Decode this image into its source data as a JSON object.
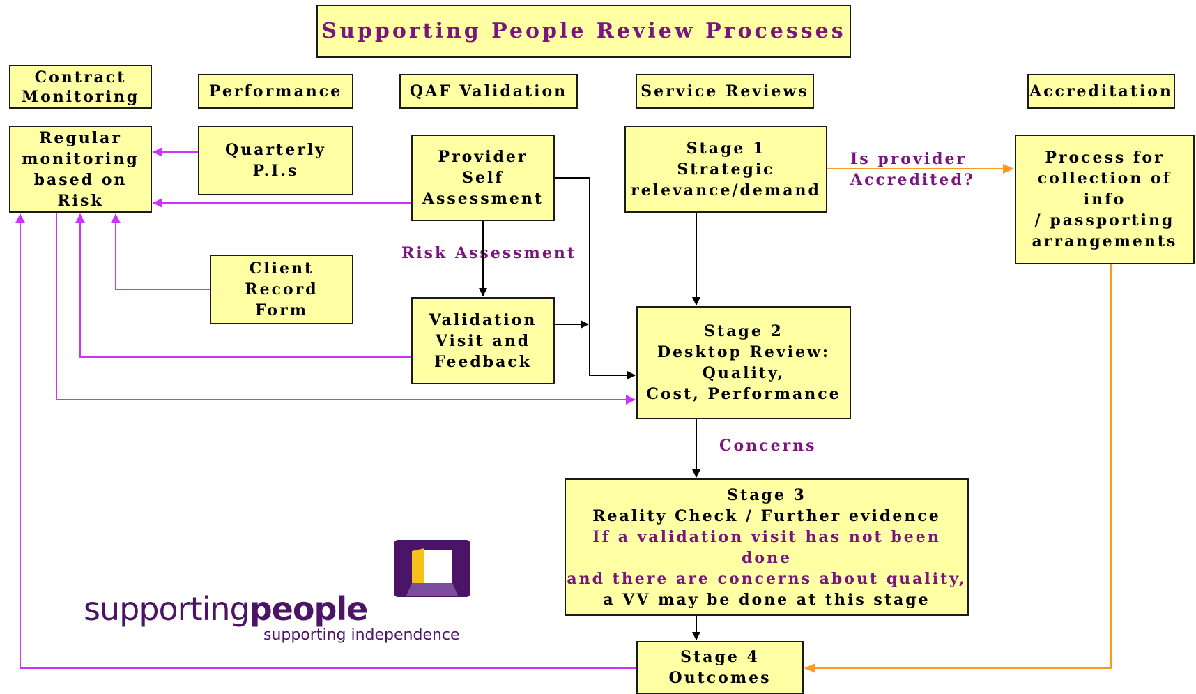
{
  "title": "Supporting People Review Processes",
  "headers": {
    "contract_monitoring": [
      "Contract",
      "Monitoring"
    ],
    "performance": "Performance",
    "qaf_validation": "QAF Validation",
    "service_reviews": "Service Reviews",
    "accreditation": "Accreditation"
  },
  "nodes": {
    "regular_monitoring": [
      "Regular",
      "monitoring",
      "based on Risk"
    ],
    "quarterly_pis": [
      "Quarterly",
      "P.I.s"
    ],
    "provider_self_assessment": [
      "Provider",
      "Self",
      "Assessment"
    ],
    "client_record_form": [
      "Client",
      "Record",
      "Form"
    ],
    "validation_visit": [
      "Validation",
      "Visit and",
      "Feedback"
    ],
    "stage1": [
      "Stage 1",
      "Strategic",
      "relevance/demand"
    ],
    "stage2": [
      "Stage 2",
      "Desktop Review:",
      "Quality,",
      "Cost, Performance"
    ],
    "stage3": {
      "lines": [
        "Stage 3",
        "Reality Check / Further evidence"
      ],
      "highlight_lines": [
        "If a validation visit has not been done",
        "and there are concerns about quality,"
      ],
      "last_line": "a VV may be done at this stage"
    },
    "stage4": [
      "Stage 4",
      "Outcomes"
    ],
    "accreditation_process": [
      "Process for",
      "collection of info",
      "/ passporting",
      "arrangements"
    ]
  },
  "edge_labels": {
    "is_provider_accredited": [
      "Is provider",
      "Accredited?"
    ],
    "risk_assessment": "Risk Assessment",
    "concerns": "Concerns"
  },
  "logo": {
    "word_light": "supporting",
    "word_bold": "people",
    "tagline": "supporting independence"
  },
  "colors": {
    "box_fill": "#ffffa3",
    "label_purple": "#7a1580",
    "magenta_arrow": "#cc33ff",
    "orange_arrow": "#ff9922",
    "black_arrow": "#000000",
    "logo_purple": "#4b1466",
    "logo_yellow": "#f5c11a"
  }
}
